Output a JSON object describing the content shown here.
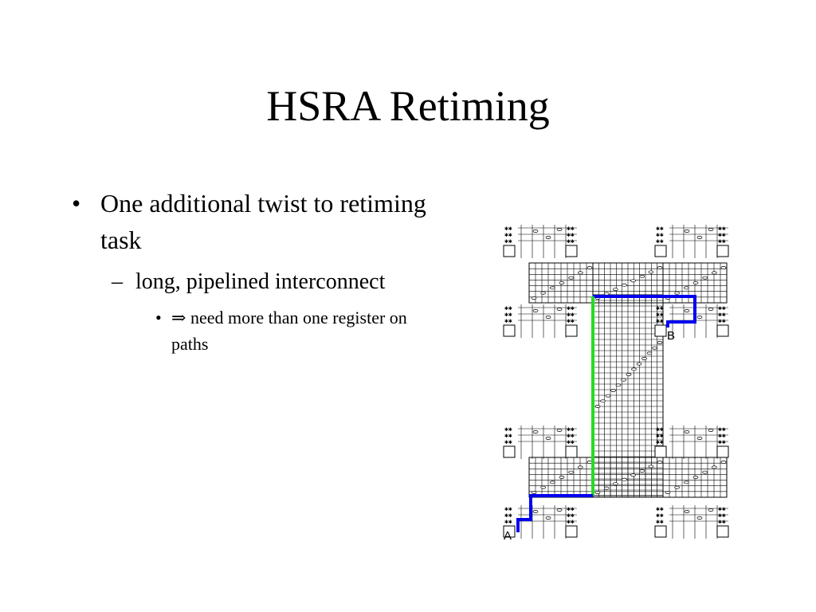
{
  "slide": {
    "title": "HSRA Retiming",
    "bullet_level1": {
      "marker": "•",
      "text": "One additional twist to retiming task"
    },
    "bullet_level2": {
      "marker": "–",
      "text": "long, pipelined interconnect"
    },
    "bullet_level3": {
      "marker": "•",
      "arrow_symbol": "⇒",
      "text": "need more than one register on paths"
    }
  },
  "diagram": {
    "label_a": "A",
    "label_b": "B",
    "colors": {
      "blue_route": "#0000ee",
      "green_route": "#22dd22",
      "wiring": "#000000",
      "background": "#ffffff"
    }
  }
}
